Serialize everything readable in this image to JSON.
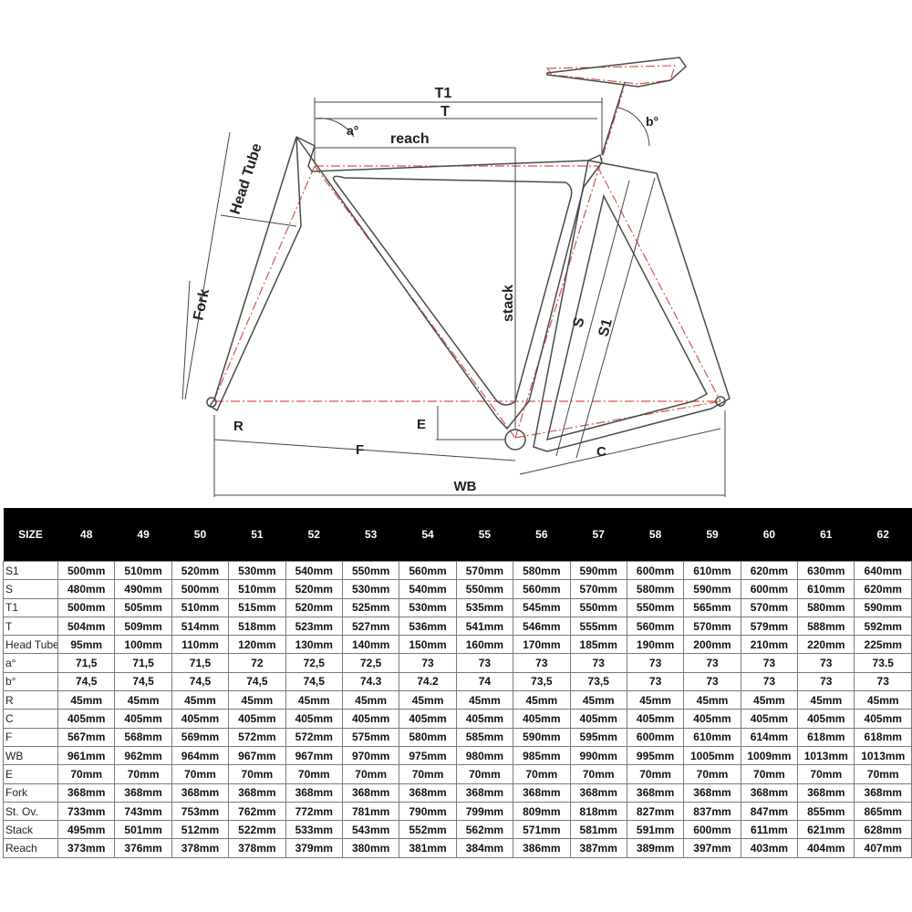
{
  "diagram": {
    "labels": {
      "t1": "T1",
      "t": "T",
      "a": "a°",
      "b": "b°",
      "reach": "reach",
      "head_tube": "Head Tube",
      "fork": "Fork",
      "stack": "stack",
      "s": "S",
      "s1": "S1",
      "r": "R",
      "e": "E",
      "f": "F",
      "c": "C",
      "wb": "WB"
    },
    "colors": {
      "frame": "#4a4a4a",
      "centerline": "#d9534f"
    }
  },
  "table": {
    "header": [
      "SIZE",
      "48",
      "49",
      "50",
      "51",
      "52",
      "53",
      "54",
      "55",
      "56",
      "57",
      "58",
      "59",
      "60",
      "61",
      "62"
    ],
    "rows": [
      {
        "label": "S1",
        "values": [
          "500mm",
          "510mm",
          "520mm",
          "530mm",
          "540mm",
          "550mm",
          "560mm",
          "570mm",
          "580mm",
          "590mm",
          "600mm",
          "610mm",
          "620mm",
          "630mm",
          "640mm"
        ]
      },
      {
        "label": "S",
        "values": [
          "480mm",
          "490mm",
          "500mm",
          "510mm",
          "520mm",
          "530mm",
          "540mm",
          "550mm",
          "560mm",
          "570mm",
          "580mm",
          "590mm",
          "600mm",
          "610mm",
          "620mm"
        ]
      },
      {
        "label": "T1",
        "values": [
          "500mm",
          "505mm",
          "510mm",
          "515mm",
          "520mm",
          "525mm",
          "530mm",
          "535mm",
          "545mm",
          "550mm",
          "550mm",
          "565mm",
          "570mm",
          "580mm",
          "590mm"
        ]
      },
      {
        "label": "T",
        "values": [
          "504mm",
          "509mm",
          "514mm",
          "518mm",
          "523mm",
          "527mm",
          "536mm",
          "541mm",
          "546mm",
          "555mm",
          "560mm",
          "570mm",
          "579mm",
          "588mm",
          "592mm"
        ]
      },
      {
        "label": "Head Tube",
        "values": [
          "95mm",
          "100mm",
          "110mm",
          "120mm",
          "130mm",
          "140mm",
          "150mm",
          "160mm",
          "170mm",
          "185mm",
          "190mm",
          "200mm",
          "210mm",
          "220mm",
          "225mm"
        ]
      },
      {
        "label": "a°",
        "values": [
          "71,5",
          "71,5",
          "71,5",
          "72",
          "72,5",
          "72,5",
          "73",
          "73",
          "73",
          "73",
          "73",
          "73",
          "73",
          "73",
          "73.5"
        ]
      },
      {
        "label": "b°",
        "values": [
          "74,5",
          "74,5",
          "74,5",
          "74,5",
          "74,5",
          "74.3",
          "74.2",
          "74",
          "73,5",
          "73,5",
          "73",
          "73",
          "73",
          "73",
          "73"
        ]
      },
      {
        "label": "R",
        "values": [
          "45mm",
          "45mm",
          "45mm",
          "45mm",
          "45mm",
          "45mm",
          "45mm",
          "45mm",
          "45mm",
          "45mm",
          "45mm",
          "45mm",
          "45mm",
          "45mm",
          "45mm"
        ]
      },
      {
        "label": "C",
        "values": [
          "405mm",
          "405mm",
          "405mm",
          "405mm",
          "405mm",
          "405mm",
          "405mm",
          "405mm",
          "405mm",
          "405mm",
          "405mm",
          "405mm",
          "405mm",
          "405mm",
          "405mm"
        ]
      },
      {
        "label": "F",
        "values": [
          "567mm",
          "568mm",
          "569mm",
          "572mm",
          "572mm",
          "575mm",
          "580mm",
          "585mm",
          "590mm",
          "595mm",
          "600mm",
          "610mm",
          "614mm",
          "618mm",
          "618mm"
        ]
      },
      {
        "label": "WB",
        "values": [
          "961mm",
          "962mm",
          "964mm",
          "967mm",
          "967mm",
          "970mm",
          "975mm",
          "980mm",
          "985mm",
          "990mm",
          "995mm",
          "1005mm",
          "1009mm",
          "1013mm",
          "1013mm"
        ]
      },
      {
        "label": "E",
        "values": [
          "70mm",
          "70mm",
          "70mm",
          "70mm",
          "70mm",
          "70mm",
          "70mm",
          "70mm",
          "70mm",
          "70mm",
          "70mm",
          "70mm",
          "70mm",
          "70mm",
          "70mm"
        ]
      },
      {
        "label": "Fork",
        "values": [
          "368mm",
          "368mm",
          "368mm",
          "368mm",
          "368mm",
          "368mm",
          "368mm",
          "368mm",
          "368mm",
          "368mm",
          "368mm",
          "368mm",
          "368mm",
          "368mm",
          "368mm"
        ]
      },
      {
        "label": "St. Ov.",
        "values": [
          "733mm",
          "743mm",
          "753mm",
          "762mm",
          "772mm",
          "781mm",
          "790mm",
          "799mm",
          "809mm",
          "818mm",
          "827mm",
          "837mm",
          "847mm",
          "855mm",
          "865mm"
        ]
      },
      {
        "label": "Stack",
        "values": [
          "495mm",
          "501mm",
          "512mm",
          "522mm",
          "533mm",
          "543mm",
          "552mm",
          "562mm",
          "571mm",
          "581mm",
          "591mm",
          "600mm",
          "611mm",
          "621mm",
          "628mm"
        ]
      },
      {
        "label": "Reach",
        "values": [
          "373mm",
          "376mm",
          "378mm",
          "378mm",
          "379mm",
          "380mm",
          "381mm",
          "384mm",
          "386mm",
          "387mm",
          "389mm",
          "397mm",
          "403mm",
          "404mm",
          "407mm"
        ]
      }
    ]
  }
}
